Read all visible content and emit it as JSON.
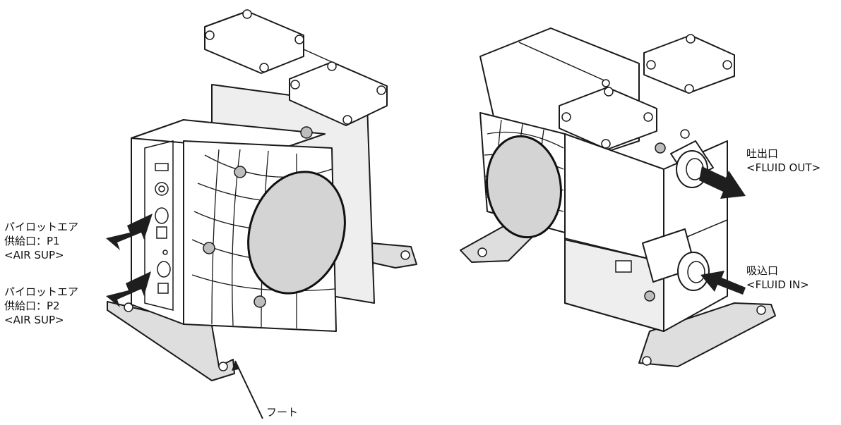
{
  "labels": {
    "pilot_p1": {
      "line1": "パイロットエア",
      "line2": "供給口：P1",
      "line3": "<AIR SUP>"
    },
    "pilot_p2": {
      "line1": "パイロットエア",
      "line2": "供給口：P2",
      "line3": "<AIR SUP>"
    },
    "fluid_out": {
      "line1": "吐出口",
      "line2": "<FLUID OUT>"
    },
    "fluid_in": {
      "line1": "吸込口",
      "line2": "<FLUID IN>"
    },
    "foot": {
      "line1": "フート"
    }
  },
  "colors": {
    "ink": "#1a1a1a",
    "arrow": "#1e1e1e",
    "disc": "#d4d4d4",
    "foot": "#dedede"
  }
}
